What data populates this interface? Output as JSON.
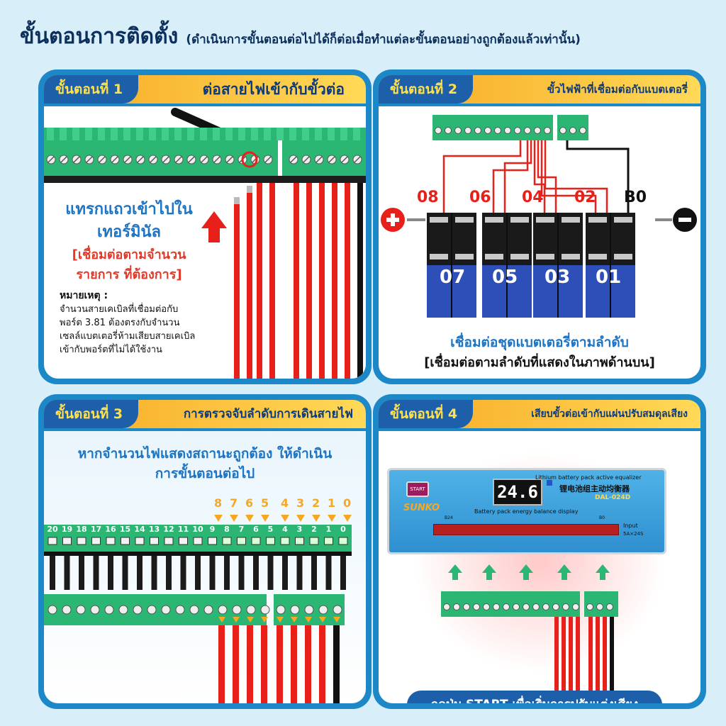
{
  "header": {
    "title": "ขั้นตอนการติดตั้ง",
    "subtitle": "(ดำเนินการขั้นตอนต่อไปได้ก็ต่อเมื่อทำแต่ละขั้นตอนอย่างถูกต้องแล้วเท่านั้น)"
  },
  "step1": {
    "label": "ขั้นตอนที่ 1",
    "title": "ต่อสายไฟเข้ากับขั้วต่อ",
    "insert_line1": "แทรกแถวเข้าไปใน",
    "insert_line2": "เทอร์มินัล",
    "connect_line1": "[เชื่อมต่อตามจำนวน",
    "connect_line2": "รายการ ที่ต้องการ]",
    "note_title": "หมายเหตุ :",
    "note_line1": "จำนวนสายเคเบิลที่เชื่อมต่อกับ",
    "note_line2": "พอร์ต 3.81 ต้องตรงกับจำนวน",
    "note_line3": "เซลล์แบตเตอรี่ห้ามเสียบสายเคเบิล",
    "note_line4": "เข้ากับพอร์ตที่ไม่ได้ใช้งาน"
  },
  "step2": {
    "label": "ขั้นตอนที่ 2",
    "title": "ขั้วไฟฟ้าที่เชื่อมต่อกับแบตเตอรี่",
    "top_labels": [
      "08",
      "06",
      "04",
      "02",
      "B0"
    ],
    "bottom_labels": [
      "07",
      "05",
      "03",
      "01"
    ],
    "caption_line1": "เชื่อมต่อชุดแบตเตอรี่ตามลำดับ",
    "caption_line2": "[เชื่อมต่อตามลำดับที่แสดงในภาพด้านบน]"
  },
  "step3": {
    "label": "ขั้นตอนที่ 3",
    "title": "การตรวจจับลำดับการเดินสายไฟ",
    "instruction_line1": "หากจำนวนไฟแสดงสถานะถูกต้อง ให้ดำเนิน",
    "instruction_line2": "การขั้นตอนต่อไป",
    "orange_numbers": [
      "8",
      "7",
      "6",
      "5",
      "4",
      "3",
      "2",
      "1",
      "0"
    ],
    "terminal_numbers": [
      "20",
      "19",
      "18",
      "17",
      "16",
      "15",
      "14",
      "13",
      "12",
      "11",
      "10",
      "9",
      "8",
      "7",
      "6",
      "5",
      "4",
      "3",
      "2",
      "1",
      "0"
    ]
  },
  "step4": {
    "label": "ขั้นตอนที่ 4",
    "title": "เสียบขั้วต่อเข้ากับแผ่นปรับสมดุลเสียง",
    "device_name_en": "Lithium battery pack active equalizer",
    "device_name_cn": "锂电池组主动均衡器",
    "model": "DAL-024D",
    "brand": "SUNKO",
    "start": "START",
    "display": "24.6",
    "display_caption": "Battery pack energy balance display",
    "b24": "B24",
    "b0": "B0",
    "input": "Input",
    "input_spec": "5A×24S",
    "button_text": "กดปุ่ม START เพื่อเริ่มการปรับแต่งเสียง"
  },
  "colors": {
    "panel_blue": "#1d88c8",
    "label_blue": "#1d5fa8",
    "orange": "#f7a823",
    "terminal_green": "#2bb673",
    "wire_red": "#e8201a"
  }
}
